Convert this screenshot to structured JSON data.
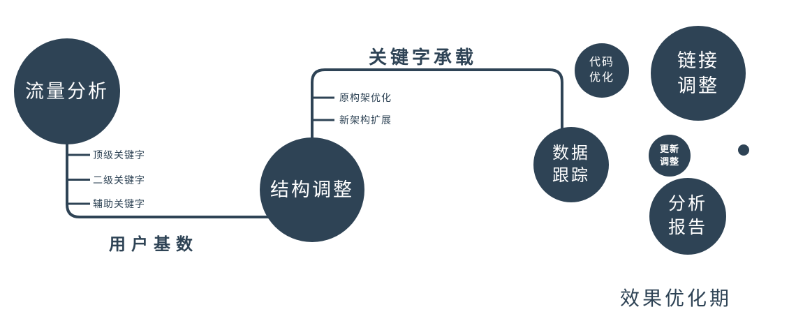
{
  "colors": {
    "primary": "#2e4355",
    "node_text": "#ffffff"
  },
  "nodes": {
    "traffic": {
      "label": "流量分析"
    },
    "structure": {
      "label": "结构调整"
    },
    "data_tracking": {
      "line1": "数据",
      "line2": "跟踪"
    },
    "code_opt": {
      "line1": "代码",
      "line2": "优化"
    },
    "link_adjust": {
      "line1": "链接",
      "line2": "调整"
    },
    "update_adjust": {
      "line1": "更新",
      "line2": "调整"
    },
    "analysis_report": {
      "line1": "分析",
      "line2": "报告"
    }
  },
  "edge_labels": {
    "keyword_carry": "关键字承载",
    "user_base": "用户基数"
  },
  "branches": {
    "traffic_keywords": [
      "顶级关键字",
      "二级关键字",
      "辅助关键字"
    ],
    "structure_items": [
      "原构架优化",
      "新架构扩展"
    ]
  },
  "footer": "效果优化期"
}
